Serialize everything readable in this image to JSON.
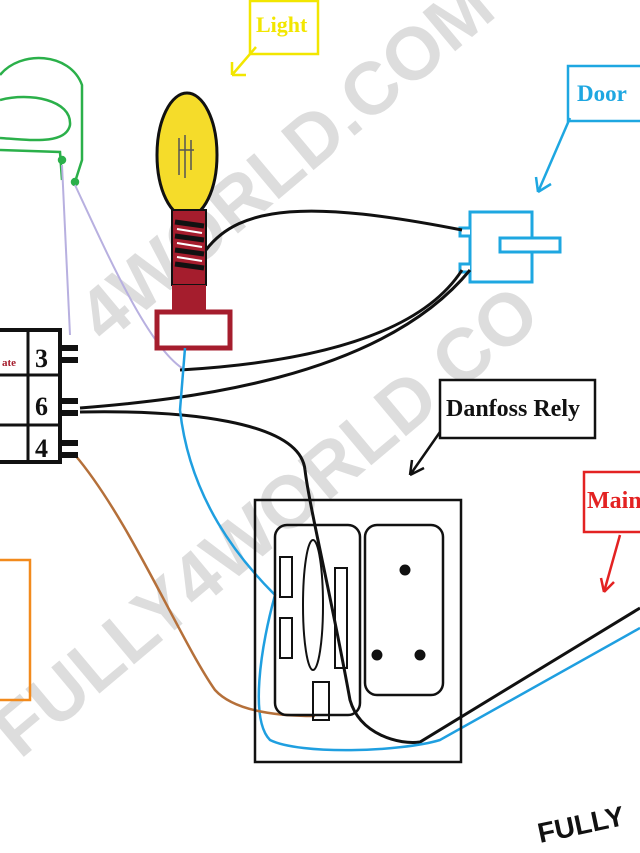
{
  "labels": {
    "light": "Light",
    "door": "Door",
    "danfoss_rely": "Danfoss Rely",
    "mains": "Main",
    "terminal_left": "ate",
    "terminal_3": "3",
    "terminal_6": "6",
    "terminal_4": "4"
  },
  "watermark": {
    "upper": "4WORLD.COM",
    "middle": "FULLY4WORLD.CO",
    "footer": "FULLY"
  },
  "colors": {
    "light_label": "#f2e600",
    "door_label": "#1ea7e1",
    "mains_label": "#e32222",
    "bulb_fill": "#f5dc2a",
    "socket": "#a51d2d",
    "coil_wire": "#2bb04a",
    "lavender_wire": "#b8b0e0",
    "blue_wire": "#1f9fe0",
    "brown_wire": "#b5703a",
    "orange_box": "#f28a1c",
    "black_wire": "#111111"
  }
}
